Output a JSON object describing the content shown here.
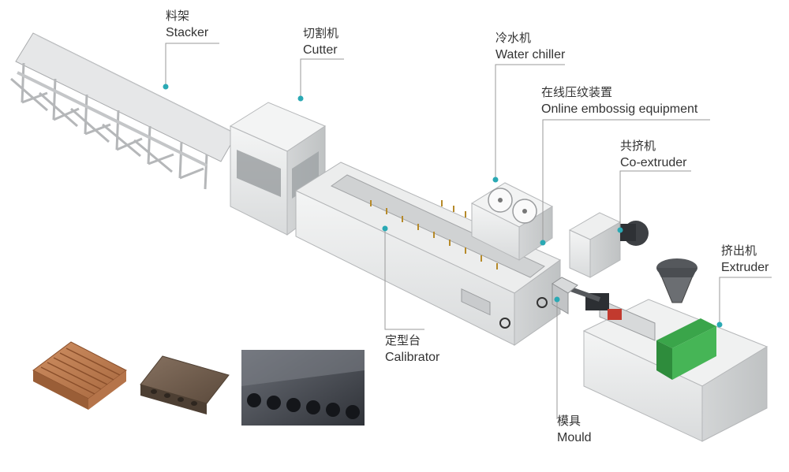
{
  "labels": {
    "stacker": {
      "zh": "料架",
      "en": "Stacker"
    },
    "cutter": {
      "zh": "切割机",
      "en": "Cutter"
    },
    "chiller": {
      "zh": "冷水机",
      "en": "Water chiller"
    },
    "embossing": {
      "zh": "在线压纹装置",
      "en": "Online embossig equipment"
    },
    "coextruder": {
      "zh": "共挤机",
      "en": "Co-extruder"
    },
    "extruder": {
      "zh": "挤出机",
      "en": "Extruder"
    },
    "calibrator": {
      "zh": "定型台",
      "en": "Calibrator"
    },
    "mould": {
      "zh": "模具",
      "en": "Mould"
    }
  },
  "colors": {
    "leader": "#9a9a9a",
    "dot": "#2aa9b4",
    "machine_body": "#e9eaea",
    "machine_shade": "#c9cbcc",
    "panel_green": "#3aa54a",
    "wood_light": "#b8774b",
    "wood_dark": "#6e5a49",
    "profile_gray": "#4a4d55"
  }
}
